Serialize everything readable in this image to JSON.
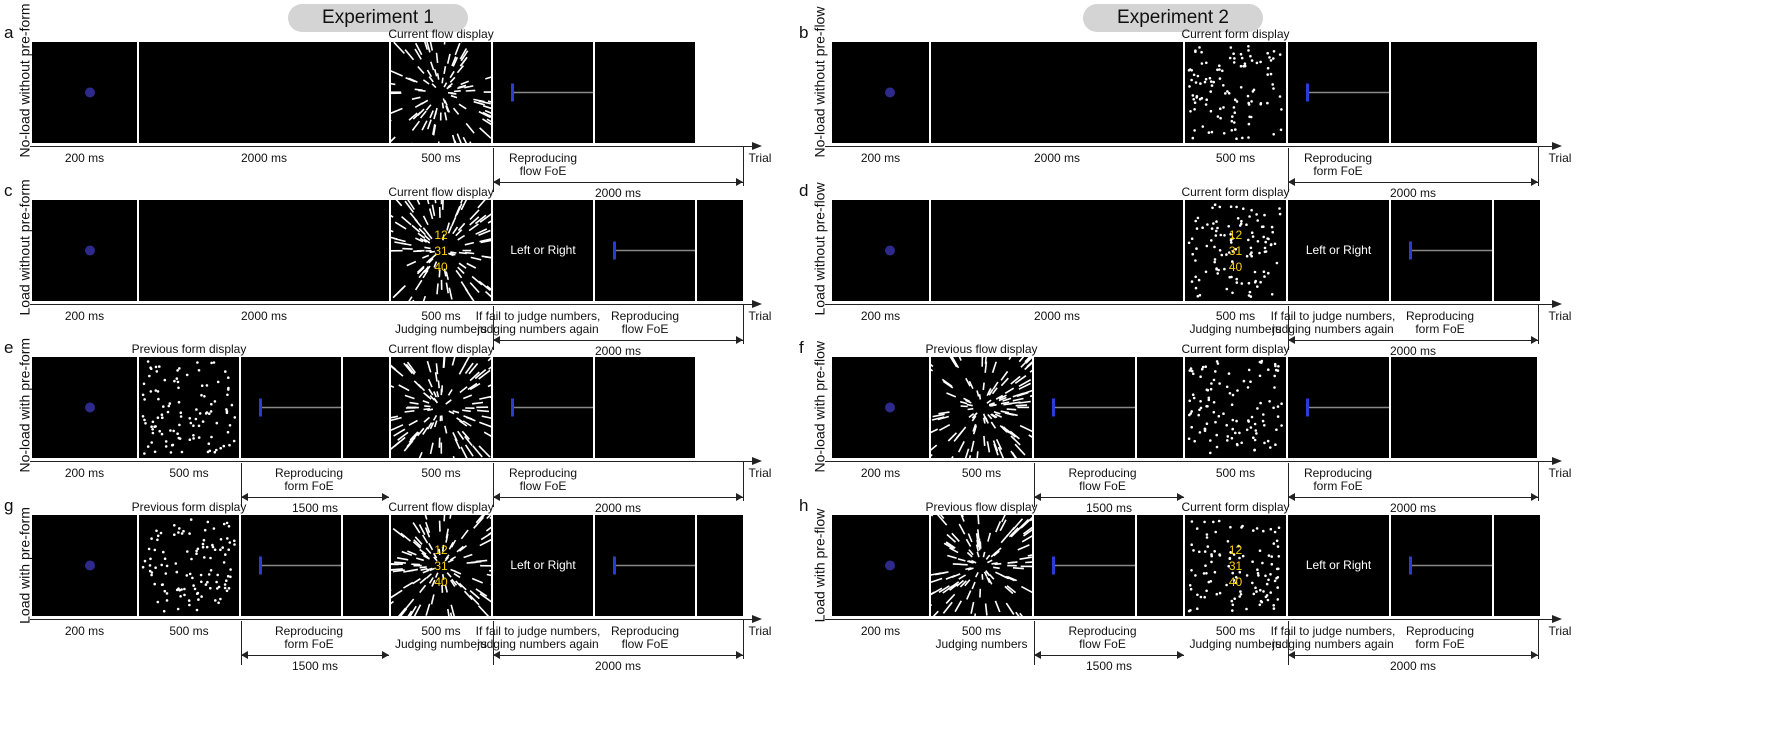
{
  "experiments": [
    "Experiment 1",
    "Experiment 2"
  ],
  "labels": {
    "trial": "Trial",
    "current_flow": "Current flow display",
    "current_form": "Current form display",
    "previous_form": "Previous form display",
    "previous_flow": "Previous flow display",
    "left_right": "Left or Right",
    "judging": "Judging numbers",
    "fail_judge": "If fail to judge numbers,",
    "judge_again": "judging numbers again",
    "repro": "Reproducing",
    "flow_foe": "flow FoE",
    "form_foe": "form FoE",
    "n1": "12",
    "n2": "31",
    "n3": "40",
    "t200": "200 ms",
    "t500": "500 ms",
    "t1500": "1500 ms",
    "t2000": "2000 ms"
  },
  "panels": [
    {
      "letter": "a",
      "condition": "No-load without pre-form"
    },
    {
      "letter": "b",
      "condition": "No-load without pre-flow"
    },
    {
      "letter": "c",
      "condition": "Load without pre-form"
    },
    {
      "letter": "d",
      "condition": "Load without pre-flow"
    },
    {
      "letter": "e",
      "condition": "No-load with pre-form"
    },
    {
      "letter": "f",
      "condition": "No-load with pre-flow"
    },
    {
      "letter": "g",
      "condition": "Load with pre-form"
    },
    {
      "letter": "h",
      "condition": "Load with pre-flow"
    }
  ],
  "colors": {
    "frame": "#000000",
    "fixation": "#2e2a8c",
    "cursor": "#2a3bd6",
    "line": "#888888",
    "numbers": "#ffd200",
    "dots": "#ffffff"
  }
}
